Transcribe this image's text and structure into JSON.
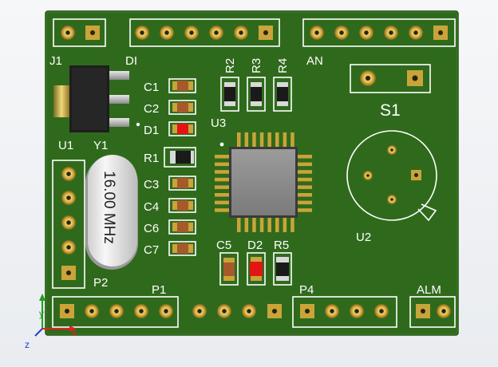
{
  "colors": {
    "pcb": "#2f6a1c",
    "pcb_edge": "#1f4c10",
    "silk": "#ffffff",
    "gold": "#c9a43a",
    "gold_dark": "#8a6a1a",
    "chip": "#3c3c3c",
    "chip_top": "#8f8f8f",
    "led_red": "#e31414",
    "smd_cap": "#a65a2a",
    "axis_x": "#e32020",
    "axis_y": "#20a020",
    "axis_z": "#2040d0"
  },
  "labels": {
    "j1": "J1",
    "di": "DI",
    "an": "AN",
    "r2": "R2",
    "r3": "R3",
    "r4": "R4",
    "s1": "S1",
    "c1": "C1",
    "c2": "C2",
    "d1": "D1",
    "r1": "R1",
    "c3": "C3",
    "c4": "C4",
    "c6": "C6",
    "c7": "C7",
    "u1": "U1",
    "y1": "Y1",
    "u3": "U3",
    "u2": "U2",
    "p2": "P2",
    "p1": "P1",
    "c5": "C5",
    "d2": "D2",
    "r5": "R5",
    "p4": "P4",
    "alm": "ALM"
  },
  "crystal_text": "16.00 MHz",
  "axes": {
    "x": "x",
    "y": "y",
    "z": "z"
  }
}
